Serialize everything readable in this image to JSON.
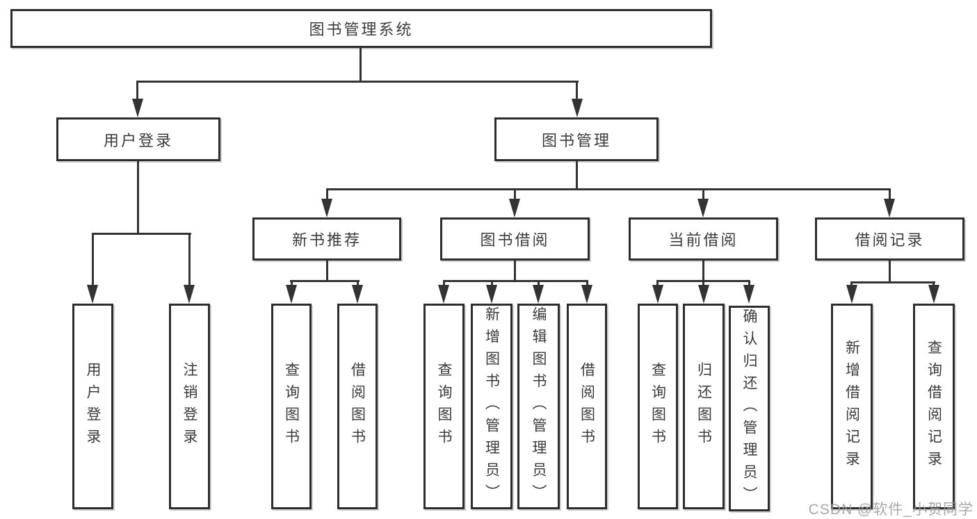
{
  "diagram": {
    "root": {
      "label": "图书管理系统"
    },
    "level2": [
      {
        "label": "用户登录"
      },
      {
        "label": "图书管理"
      }
    ],
    "level3": [
      {
        "label": "新书推荐"
      },
      {
        "label": "图书借阅"
      },
      {
        "label": "当前借阅"
      },
      {
        "label": "借阅记录"
      }
    ],
    "leaves": {
      "user_login": [
        {
          "label": "用户登录"
        },
        {
          "label": "注销登录"
        }
      ],
      "new_books": [
        {
          "label": "查询图书"
        },
        {
          "label": "借阅图书"
        }
      ],
      "book_borrow": [
        {
          "label": "查询图书"
        },
        {
          "label": "新增图书（管理员）"
        },
        {
          "label": "编辑图书（管理员）"
        },
        {
          "label": "借阅图书"
        }
      ],
      "current_borrow": [
        {
          "label": "查询图书"
        },
        {
          "label": "归还图书"
        },
        {
          "label": "确认归还（管理员）"
        }
      ],
      "borrow_records": [
        {
          "label": "新增借阅记录"
        },
        {
          "label": "查询借阅记录"
        }
      ]
    }
  },
  "watermark": {
    "text": "CSDN @软件_小贺同学"
  },
  "colors": {
    "background": "#ffffff",
    "line": "#333333",
    "box_border": "#2d2d2d",
    "text": "#3b3b3b",
    "watermark": "#9e9e9e"
  }
}
